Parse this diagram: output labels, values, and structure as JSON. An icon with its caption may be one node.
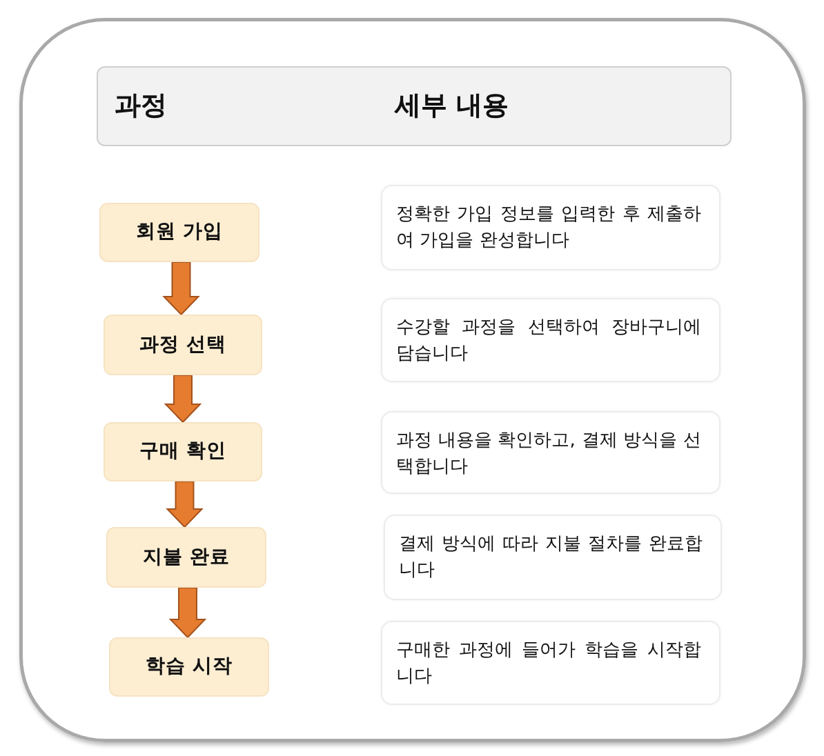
{
  "diagram": {
    "nodes": [
      {
        "text": [],
        "shape": "box"
      },
      {
        "text": [
          "과정",
          "세부 내용"
        ],
        "in": 0
      },
      {
        "text": [
          "회원 가입"
        ],
        "in": 0
      },
      {
        "text": [
          "정확한 가입 정보를 입력한 후 제출하여 가입을 완성합니다"
        ],
        "in": 0
      },
      {
        "text": [
          "과정 선택"
        ],
        "in": 0
      },
      {
        "text": [
          "수강할 과정을 선택하여 장바구니에 담습니다"
        ],
        "in": 0
      },
      {
        "text": [
          "구매 확인"
        ],
        "in": 0
      },
      {
        "text": [
          "과정 내용을 확인하고, 결제 방식을 선택합니다"
        ],
        "in": 0
      },
      {
        "text": [
          "지불 완료"
        ],
        "in": 0
      },
      {
        "text": [
          "결제 방식에 따라 지불 절차를 완료합니다"
        ],
        "in": 0
      },
      {
        "text": [
          "학습 시작"
        ],
        "in": 0
      },
      {
        "text": [
          "구매한 과정에 들어가 학습을 시작합니다"
        ],
        "in": 0
      }
    ],
    "edges": [
      {
        "from": 2,
        "to": 4,
        "arrow": "to"
      },
      {
        "from": 4,
        "to": 6,
        "arrow": "to"
      },
      {
        "from": 6,
        "to": 8,
        "arrow": "to"
      },
      {
        "from": 8,
        "to": 10,
        "arrow": "to"
      }
    ]
  }
}
